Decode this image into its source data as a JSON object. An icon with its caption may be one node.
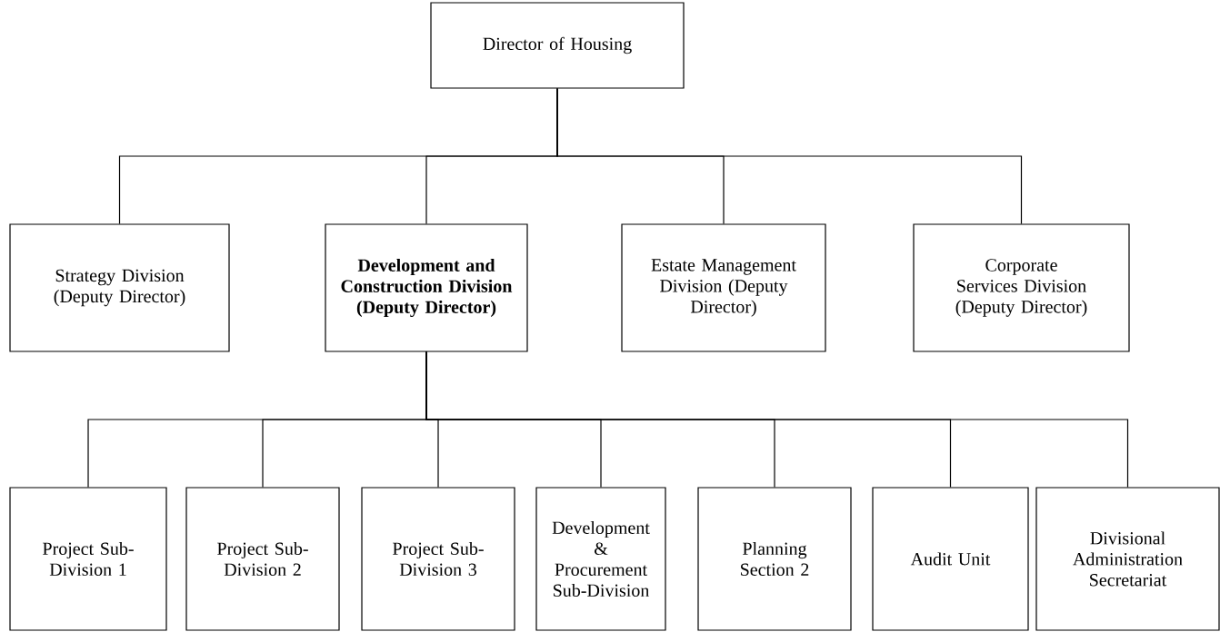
{
  "diagram": {
    "nodes": [
      {
        "text": [
          "Director of Housing"
        ]
      },
      {
        "text": [
          "Strategy Division (Deputy Director)"
        ]
      },
      {
        "text": [
          "Development and Construction Division (Deputy Director)"
        ]
      },
      {
        "text": [
          "Estate Management Division (Deputy Director)"
        ]
      },
      {
        "text": [
          "Corporate Services Division (Deputy Director)"
        ]
      },
      {
        "text": [
          "Project Sub-Division 1"
        ]
      },
      {
        "text": [
          "Project Sub-Division 2"
        ]
      },
      {
        "text": [
          "Project Sub-Division 3"
        ]
      },
      {
        "text": [
          "Development & Procurement Sub-Division"
        ]
      },
      {
        "text": [
          "Planning Section 2"
        ]
      },
      {
        "text": [
          "Audit Unit"
        ]
      },
      {
        "text": [
          "Divisional Administration Secretariat"
        ]
      }
    ],
    "edges": [
      {
        "from": 0,
        "to": 1,
        "arrow": "none"
      },
      {
        "from": 0,
        "to": 2,
        "arrow": "none"
      },
      {
        "from": 0,
        "to": 3,
        "arrow": "none"
      },
      {
        "from": 0,
        "to": 4,
        "arrow": "none"
      },
      {
        "from": 2,
        "to": 5,
        "arrow": "none"
      },
      {
        "from": 2,
        "to": 6,
        "arrow": "none"
      },
      {
        "from": 2,
        "to": 7,
        "arrow": "none"
      },
      {
        "from": 2,
        "to": 8,
        "arrow": "none"
      },
      {
        "from": 2,
        "to": 9,
        "arrow": "none"
      },
      {
        "from": 2,
        "to": 10,
        "arrow": "none"
      },
      {
        "from": 2,
        "to": 11,
        "arrow": "none"
      }
    ]
  }
}
